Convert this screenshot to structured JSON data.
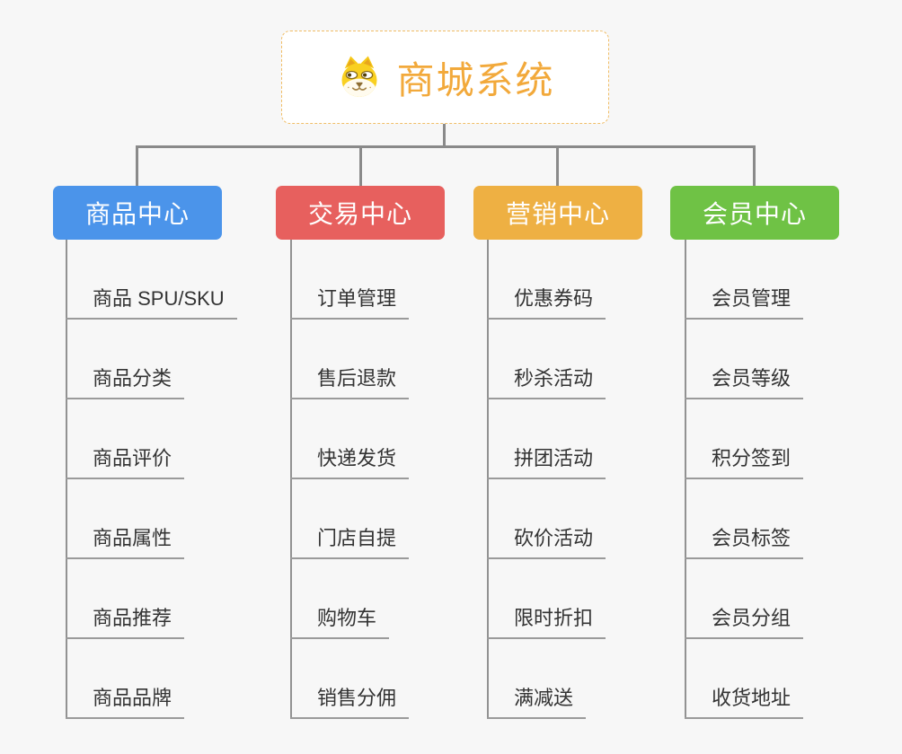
{
  "root": {
    "title": "商城系统",
    "icon": "dog-face-icon",
    "title_color": "#f2a93b",
    "border_color": "#f0bd66"
  },
  "connector_color": "#8a8a8a",
  "branches": [
    {
      "label": "商品中心",
      "color": "#4b94ea",
      "items": [
        "商品 SPU/SKU",
        "商品分类",
        "商品评价",
        "商品属性",
        "商品推荐",
        "商品品牌"
      ]
    },
    {
      "label": "交易中心",
      "color": "#e7605e",
      "items": [
        "订单管理",
        "售后退款",
        "快递发货",
        "门店自提",
        "购物车",
        "销售分佣"
      ]
    },
    {
      "label": "营销中心",
      "color": "#eeb043",
      "items": [
        "优惠券码",
        "秒杀活动",
        "拼团活动",
        "砍价活动",
        "限时折扣",
        "满减送"
      ]
    },
    {
      "label": "会员中心",
      "color": "#6fc245",
      "items": [
        "会员管理",
        "会员等级",
        "积分签到",
        "会员标签",
        "会员分组",
        "收货地址"
      ]
    }
  ]
}
